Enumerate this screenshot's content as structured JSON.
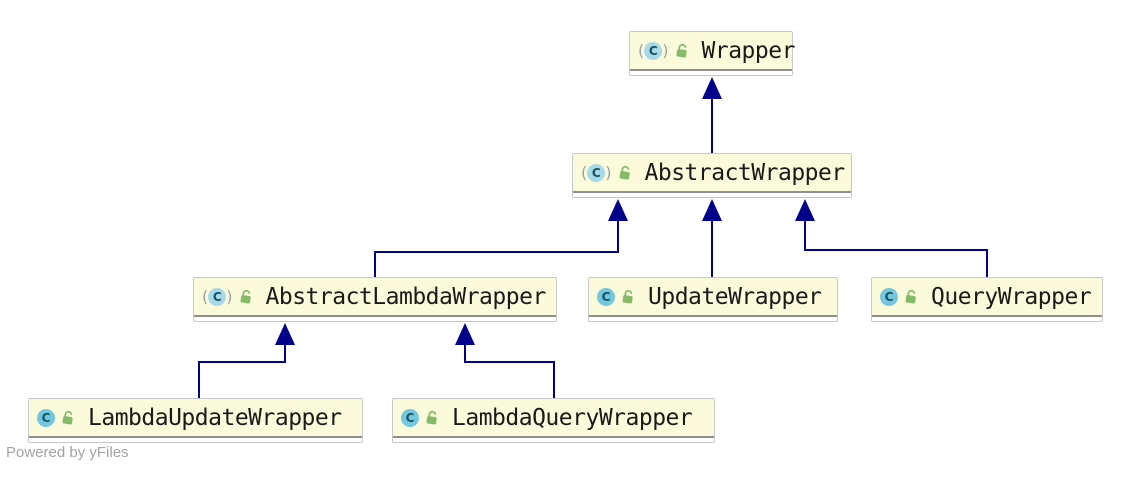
{
  "diagram": {
    "type": "uml-class-inheritance-diagram",
    "tool_watermark": "Powered by yFiles",
    "icon_letter": "C",
    "icons": {
      "class": "class-c-circle-icon",
      "abstract_class": "abstract-class-c-parens-icon",
      "visibility_public": "open-lock-icon"
    },
    "nodes": [
      {
        "label": "Wrapper",
        "abstract": true,
        "visibility": "public"
      },
      {
        "label": "AbstractWrapper",
        "abstract": true,
        "visibility": "public",
        "extends": "Wrapper"
      },
      {
        "label": "AbstractLambdaWrapper",
        "abstract": true,
        "visibility": "public",
        "extends": "AbstractWrapper"
      },
      {
        "label": "UpdateWrapper",
        "abstract": false,
        "visibility": "public",
        "extends": "AbstractWrapper"
      },
      {
        "label": "QueryWrapper",
        "abstract": false,
        "visibility": "public",
        "extends": "AbstractWrapper"
      },
      {
        "label": "LambdaUpdateWrapper",
        "abstract": false,
        "visibility": "public",
        "extends": "AbstractLambdaWrapper"
      },
      {
        "label": "LambdaQueryWrapper",
        "abstract": false,
        "visibility": "public",
        "extends": "AbstractLambdaWrapper"
      }
    ],
    "edges": [
      {
        "from": "AbstractWrapper",
        "to": "Wrapper",
        "relation": "extends"
      },
      {
        "from": "AbstractLambdaWrapper",
        "to": "AbstractWrapper",
        "relation": "extends"
      },
      {
        "from": "UpdateWrapper",
        "to": "AbstractWrapper",
        "relation": "extends"
      },
      {
        "from": "QueryWrapper",
        "to": "AbstractWrapper",
        "relation": "extends"
      },
      {
        "from": "LambdaUpdateWrapper",
        "to": "AbstractLambdaWrapper",
        "relation": "extends"
      },
      {
        "from": "LambdaQueryWrapper",
        "to": "AbstractLambdaWrapper",
        "relation": "extends"
      }
    ],
    "colors": {
      "canvas_bg": "#ffffff",
      "edge": "#00008b",
      "node_fill": "#fbfbdc",
      "node_border": "#c6c6c6",
      "node_separator": "#8f8f8f",
      "class_icon_fill": "#74c6df",
      "abstract_class_icon_fill": "#a8d9e9",
      "icon_letter_color": "#14545f",
      "paren_color": "#9aa0a4",
      "lock_green": "#85ba68",
      "text": "#1a1a1a",
      "watermark_color": "#a3a3a3"
    }
  }
}
